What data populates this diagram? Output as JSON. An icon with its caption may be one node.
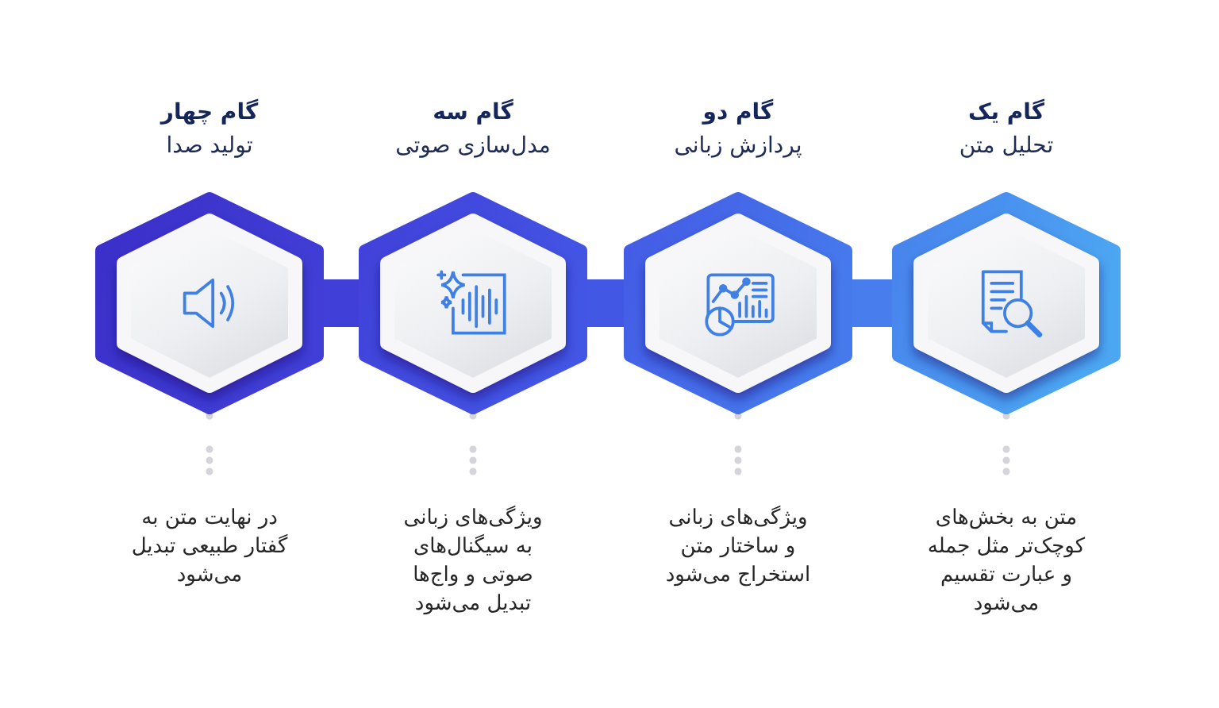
{
  "diagram": {
    "nodes": [
      {
        "text": [
          "گام یک",
          "تحلیل متن"
        ]
      },
      {
        "text": [
          "متن به بخش‌های کوچک‌تر مثل جمله و عبارت تقسیم می‌شود"
        ]
      },
      {
        "text": [
          "گام دو",
          "پردازش زبانی"
        ]
      },
      {
        "text": [
          "ویژگی‌های زبانی و ساختار متن استخراج می‌شود"
        ]
      },
      {
        "text": [
          "گام سه",
          "مدل‌سازی صوتی"
        ]
      },
      {
        "text": [
          "ویژگی‌های زبانی به سیگنال‌های صوتی و واج‌ها تبدیل می‌شود"
        ]
      },
      {
        "text": [
          "گام چهار",
          "تولید صدا"
        ]
      },
      {
        "text": [
          "در نهایت متن به گفتار طبیعی تبدیل می‌شود"
        ]
      }
    ],
    "edges": [
      {
        "from": 0,
        "to": 2,
        "arrow": "none",
        "style": "thick",
        "color": "#477ded"
      },
      {
        "from": 2,
        "to": 4,
        "arrow": "none",
        "style": "thick",
        "color": "#4357e5"
      },
      {
        "from": 4,
        "to": 6,
        "arrow": "none",
        "style": "thick",
        "color": "#403fd8"
      },
      {
        "from": 0,
        "to": 1,
        "arrow": "none",
        "style": "dashed"
      },
      {
        "from": 2,
        "to": 3,
        "arrow": "none",
        "style": "dashed"
      },
      {
        "from": 4,
        "to": 5,
        "arrow": "none",
        "style": "dashed"
      },
      {
        "from": 6,
        "to": 7,
        "arrow": "none",
        "style": "dashed"
      }
    ]
  }
}
